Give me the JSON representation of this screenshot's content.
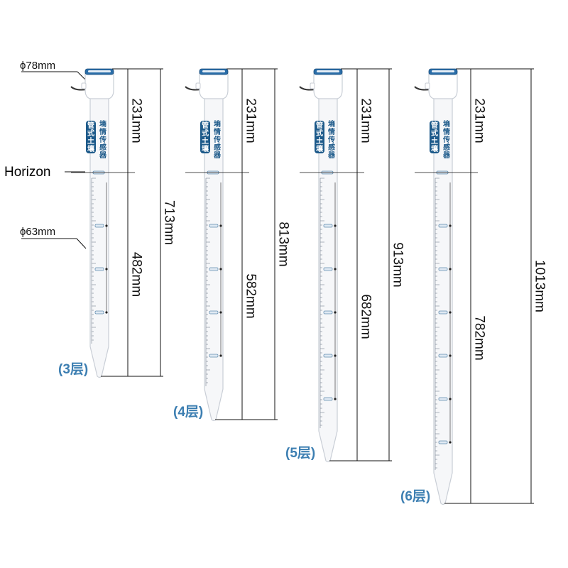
{
  "callouts": {
    "top_diameter": "ϕ78mm",
    "tube_diameter": "ϕ63mm",
    "horizon": "Horizon"
  },
  "colors": {
    "probe_label": "#1d5a8a",
    "layer_caption": "#3d7fb2",
    "dimension_line": "#111111",
    "tube_body": "#f6f7f9",
    "tube_outline": "#c9ced6"
  },
  "product_label": {
    "badge": "管式土壤",
    "side": "墒情传感器"
  },
  "probes": [
    {
      "caption": "(3层)",
      "upper": "231mm",
      "lower": "482mm",
      "total": "713mm",
      "marks": 3
    },
    {
      "caption": "(4层)",
      "upper": "231mm",
      "lower": "582mm",
      "total": "813mm",
      "marks": 4
    },
    {
      "caption": "(5层)",
      "upper": "231mm",
      "lower": "682mm",
      "total": "913mm",
      "marks": 5
    },
    {
      "caption": "(6层)",
      "upper": "231mm",
      "lower": "782mm",
      "total": "1013mm",
      "marks": 6
    }
  ]
}
